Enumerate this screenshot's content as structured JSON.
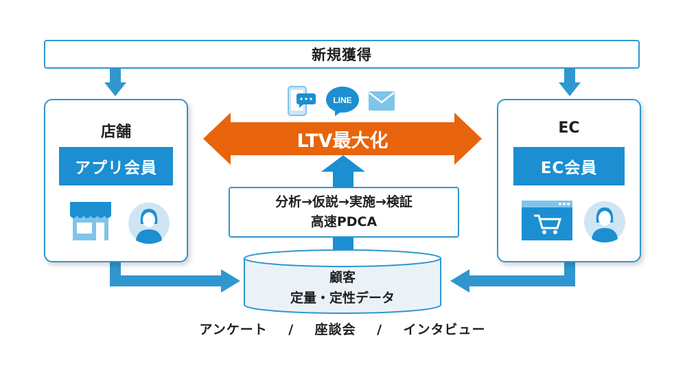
{
  "acquisition": {
    "label": "新規獲得"
  },
  "store": {
    "title": "店舗",
    "member_label": "アプリ会員"
  },
  "ec": {
    "title": "EC",
    "member_label": "EC会員"
  },
  "ltv": {
    "label": "LTV最大化"
  },
  "channels": {
    "icons": [
      "smartphone-chat-icon",
      "line-icon",
      "mail-icon"
    ],
    "line_text": "LINE"
  },
  "pdca": {
    "line1": "分析→仮説→実施→検証",
    "line2": "高速PDCA"
  },
  "customer_data": {
    "line1": "顧客",
    "line2": "定量・定性データ"
  },
  "methods": {
    "items": [
      "アンケート",
      "座談会",
      "インタビュー"
    ],
    "separator": "/"
  },
  "colors": {
    "blue": "#1b8fd2",
    "light_blue": "#2f96cf",
    "orange": "#e8640c",
    "db_fill": "#eaf2f8"
  }
}
